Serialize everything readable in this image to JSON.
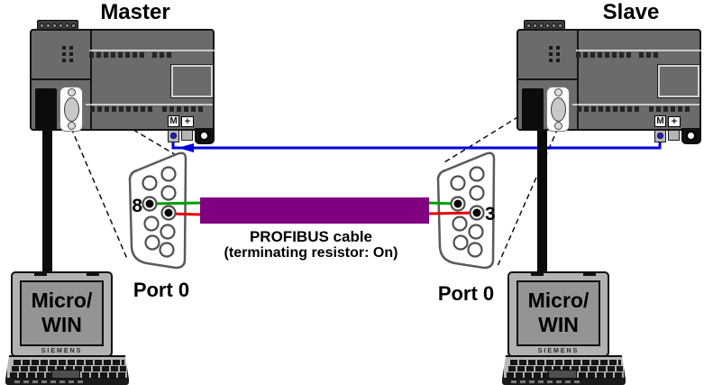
{
  "labels": {
    "master": "Master",
    "slave": "Slave",
    "port_left": "Port 0",
    "port_right": "Port 0",
    "cable_line1": "PROFIBUS cable",
    "cable_line2": "(terminating resistor: On)",
    "pin_left": "8",
    "pin_right": "3"
  },
  "plc": {
    "m_label": "M",
    "plus_label": "+"
  },
  "laptop": {
    "screen_line1": "Micro/",
    "screen_line2": "WIN",
    "brand": "SIEMENS"
  },
  "colors": {
    "profibus_cable": "#800080",
    "wire_green": "#00a000",
    "wire_red": "#e60000",
    "wire_blue": "#0000e0",
    "plc_body": "#6b6b6b"
  }
}
